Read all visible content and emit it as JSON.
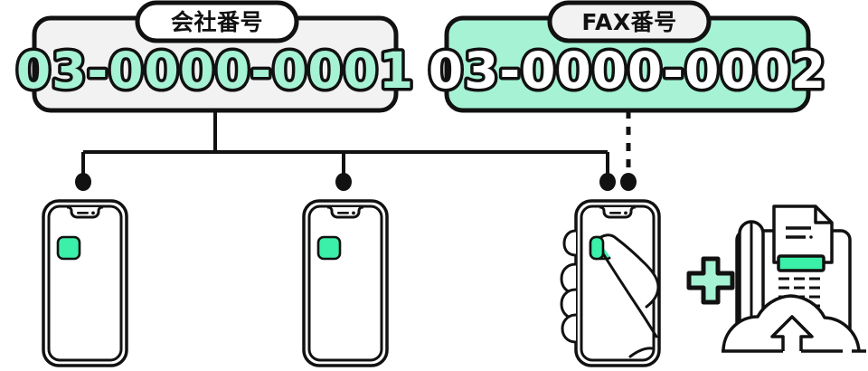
{
  "diagram": {
    "title_hidden": "",
    "colors": {
      "stroke": "#111111",
      "mint_fill": "#A6F2D5",
      "mint_bright": "#3BF0A8",
      "gray_fill": "#F2F2F2",
      "white": "#FFFFFF"
    },
    "cards": [
      {
        "id": "company-number",
        "label": "会社番号",
        "value": "03-0000-0001",
        "card_fill": "#F2F2F2",
        "label_fill": "#FFFFFF",
        "number_fill": "#A6F2D5",
        "connector": "solid"
      },
      {
        "id": "fax-number",
        "label": "FAX番号",
        "value": "03-0000-0002",
        "card_fill": "#A6F2D5",
        "label_fill": "#F2F2F2",
        "number_fill": "#FFFFFF",
        "connector": "dashed"
      }
    ],
    "devices": [
      {
        "id": "smartphone-1",
        "type": "smartphone",
        "app_icon": "app-icon",
        "connector": "solid"
      },
      {
        "id": "smartphone-2",
        "type": "smartphone",
        "app_icon": "app-icon",
        "connector": "solid"
      },
      {
        "id": "smartphone-3-hand",
        "type": "smartphone-in-hand",
        "app_icon": "app-icon",
        "connector": "solid"
      },
      {
        "id": "fax-machine",
        "type": "fax-machine",
        "connector": "dashed"
      }
    ],
    "operators": [
      {
        "id": "plus",
        "glyph": "+"
      }
    ]
  }
}
